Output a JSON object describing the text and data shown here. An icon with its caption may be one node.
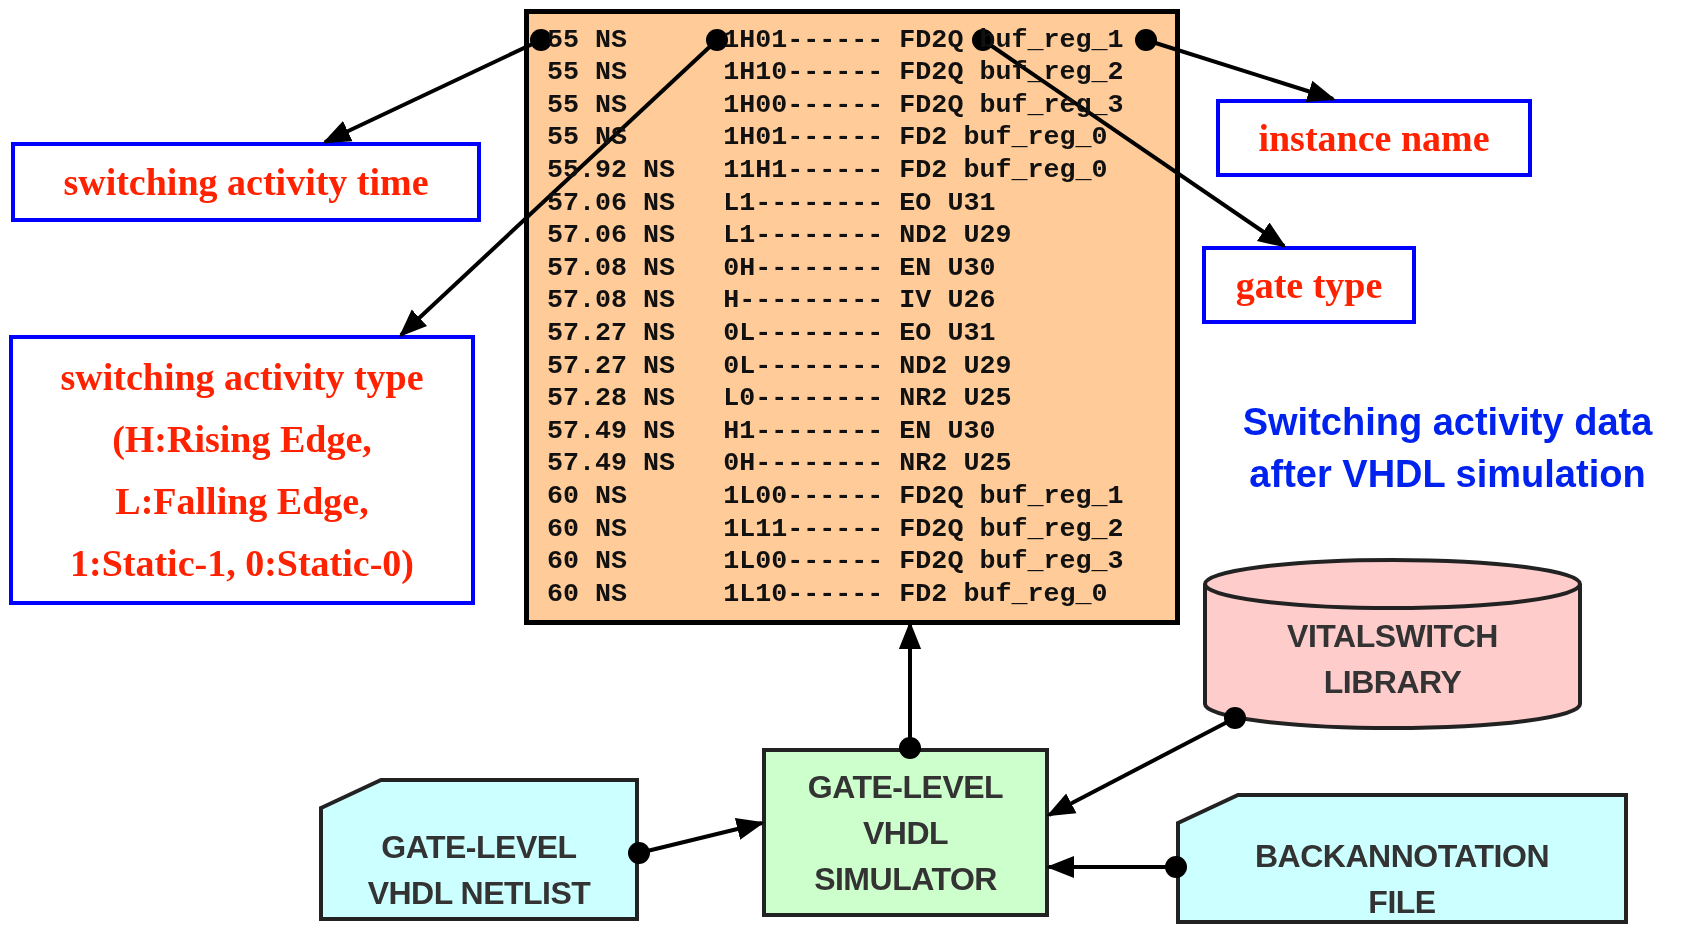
{
  "diagram": {
    "nodes": [
      {
        "text": [
          "55 NS      1H01------ FD2Q buf_reg_1",
          "55 NS      1H10------ FD2Q buf_reg_2",
          "55 NS      1H00------ FD2Q buf_reg_3",
          "55 NS      1H01------ FD2 buf_reg_0",
          "55.92 NS   11H1------ FD2 buf_reg_0",
          "57.06 NS   L1-------- EO U31",
          "57.06 NS   L1-------- ND2 U29",
          "57.08 NS   0H-------- EN U30",
          "57.08 NS   H--------- IV U26",
          "57.27 NS   0L-------- EO U31",
          "57.27 NS   0L-------- ND2 U29",
          "57.28 NS   L0-------- NR2 U25",
          "57.49 NS   H1-------- EN U30",
          "57.49 NS   0H-------- NR2 U25",
          "60 NS      1L00------ FD2Q buf_reg_1",
          "60 NS      1L11------ FD2Q buf_reg_2",
          "60 NS      1L00------ FD2Q buf_reg_3",
          "60 NS      1L10------ FD2 buf_reg_0"
        ]
      },
      {
        "text": [
          "switching activity time"
        ]
      },
      {
        "text": [
          "switching activity type",
          "(H:Rising Edge, L:Falling Edge, 1:Static-1, 0:Static-0)"
        ]
      },
      {
        "text": [
          "instance name"
        ]
      },
      {
        "text": [
          "gate type"
        ]
      },
      {
        "text": [
          "GATE-LEVEL VHDL NETLIST"
        ]
      },
      {
        "text": [
          "GATE-LEVEL VHDL SIMULATOR"
        ]
      },
      {
        "text": [
          "VITALSWITCH LIBRARY"
        ]
      },
      {
        "text": [
          "BACKANNOTATION FILE"
        ]
      }
    ],
    "edges": [
      {
        "from": 0,
        "to": 1,
        "arrow": "to"
      },
      {
        "from": 0,
        "to": 2,
        "arrow": "to"
      },
      {
        "from": 0,
        "to": 4,
        "arrow": "to"
      },
      {
        "from": 0,
        "to": 3,
        "arrow": "to"
      },
      {
        "from": 6,
        "to": 0,
        "arrow": "to"
      },
      {
        "from": 5,
        "to": 6,
        "arrow": "to"
      },
      {
        "from": 7,
        "to": 6,
        "arrow": "to"
      },
      {
        "from": 8,
        "to": 6,
        "arrow": "to"
      }
    ],
    "labels": [
      "Switching activity data after VHDL simulation"
    ]
  }
}
